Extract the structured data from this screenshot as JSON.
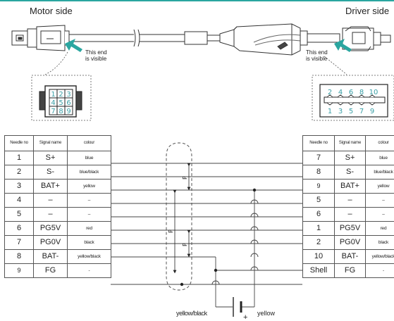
{
  "titles": {
    "motor": "Motor side",
    "driver": "Driver side"
  },
  "notes": {
    "motor_end": [
      "This end",
      "is visible"
    ],
    "driver_end": [
      "This end",
      "is visible"
    ]
  },
  "left_connector": {
    "pins": [
      "1",
      "2",
      "3",
      "4",
      "5",
      "6",
      "7",
      "8",
      "9"
    ]
  },
  "right_connector": {
    "top_pins": [
      "2",
      "4",
      "6",
      "8",
      "10"
    ],
    "bottom_pins": [
      "1",
      "3",
      "5",
      "7",
      "9"
    ]
  },
  "left_table": {
    "headers": [
      "Needle no",
      "Signal name",
      "colour"
    ],
    "rows": [
      [
        "1",
        "S+",
        "blue"
      ],
      [
        "2",
        "S-",
        "blue/black"
      ],
      [
        "3",
        "BAT+",
        "yellow"
      ],
      [
        "4",
        "–",
        "–"
      ],
      [
        "5",
        "–",
        "–"
      ],
      [
        "6",
        "PG5V",
        "red"
      ],
      [
        "7",
        "PG0V",
        "black"
      ],
      [
        "8",
        "BAT-",
        "yellow/black"
      ],
      [
        "9",
        "FG",
        "-"
      ]
    ]
  },
  "right_table": {
    "headers": [
      "Needle no",
      "Signal name",
      "colour"
    ],
    "rows": [
      [
        "7",
        "S+",
        "blue"
      ],
      [
        "8",
        "S-",
        "blue/black"
      ],
      [
        "9",
        "BAT+",
        "yellow"
      ],
      [
        "5",
        "–",
        "–"
      ],
      [
        "6",
        "–",
        "–"
      ],
      [
        "1",
        "PG5V",
        "red"
      ],
      [
        "2",
        "PG0V",
        "black"
      ],
      [
        "10",
        "BAT-",
        "yellow/black"
      ],
      [
        "Shell",
        "FG",
        "-"
      ]
    ]
  },
  "twist_labels": {
    "pitch_top": "P",
    "pitch_long": "P",
    "pitch_bottom": "P"
  },
  "battery": {
    "plus": "+",
    "left_wire": "yellow/black",
    "right_wire": "yellow"
  },
  "colors": {
    "accent": "#2aa6a0",
    "pin_text": "#3a9fa6",
    "line": "#444444"
  }
}
